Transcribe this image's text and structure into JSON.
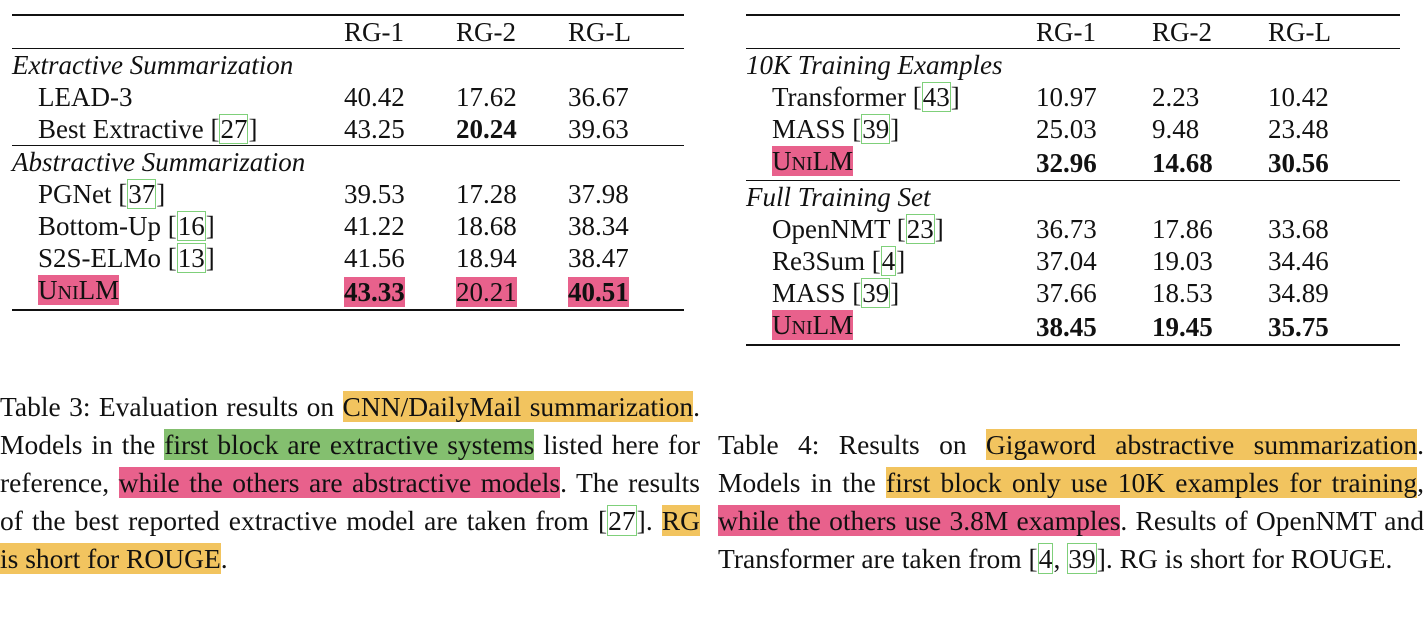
{
  "left": {
    "columns": [
      "",
      "RG-1",
      "RG-2",
      "RG-L"
    ],
    "section1": "Extractive Summarization",
    "section1_rows": [
      {
        "name": "LEAD-3",
        "cite": "",
        "rg1": "40.42",
        "rg2": "17.62",
        "rgl": "36.67"
      },
      {
        "name": "Best Extractive ",
        "cite": "27",
        "rg1": "43.25",
        "rg2": "20.24",
        "rgl": "39.63"
      }
    ],
    "section2": "Abstractive Summarization",
    "section2_rows": [
      {
        "name": "PGNet ",
        "cite": "37",
        "rg1": "39.53",
        "rg2": "17.28",
        "rgl": "37.98"
      },
      {
        "name": "Bottom-Up ",
        "cite": "16",
        "rg1": "41.22",
        "rg2": "18.68",
        "rgl": "38.34"
      },
      {
        "name": "S2S-ELMo ",
        "cite": "13",
        "rg1": "41.56",
        "rg2": "18.94",
        "rgl": "38.47"
      }
    ],
    "unilm_row": {
      "u": "U",
      "ni": "NI",
      "lm": "LM",
      "rg1": "43.33",
      "rg2": "20.21",
      "rgl": "40.51"
    },
    "caption": {
      "t1": "Table 3: Evaluation results on ",
      "h1": "CNN/DailyMail summarization",
      "t2": ". Models in the ",
      "h2": "first block are extractive systems",
      "t3": " listed here for reference, ",
      "h3": "while the others are abstractive models",
      "t4": ". The results of the best reported extractive model are taken from [",
      "cite": "27",
      "t5": "]. ",
      "h4": "RG is short for ROUGE",
      "t6": "."
    }
  },
  "right": {
    "columns": [
      "",
      "RG-1",
      "RG-2",
      "RG-L"
    ],
    "section1": "10K Training Examples",
    "section1_rows": [
      {
        "name": "Transformer ",
        "cite": "43",
        "rg1": "10.97",
        "rg2": "2.23",
        "rgl": "10.42"
      },
      {
        "name": "MASS ",
        "cite": "39",
        "rg1": "25.03",
        "rg2": "9.48",
        "rgl": "23.48"
      }
    ],
    "unilm_row1": {
      "u": "U",
      "ni": "NI",
      "lm": "LM",
      "rg1": "32.96",
      "rg2": "14.68",
      "rgl": "30.56"
    },
    "section2": "Full Training Set",
    "section2_rows": [
      {
        "name": "OpenNMT ",
        "cite": "23",
        "rg1": "36.73",
        "rg2": "17.86",
        "rgl": "33.68"
      },
      {
        "name": "Re3Sum ",
        "cite": "4",
        "rg1": "37.04",
        "rg2": "19.03",
        "rgl": "34.46"
      },
      {
        "name": "MASS ",
        "cite": "39",
        "rg1": "37.66",
        "rg2": "18.53",
        "rgl": "34.89"
      }
    ],
    "unilm_row2": {
      "u": "U",
      "ni": "NI",
      "lm": "LM",
      "rg1": "38.45",
      "rg2": "19.45",
      "rgl": "35.75"
    },
    "caption": {
      "t1": "Table 4: Results on ",
      "h1": "Gigaword abstractive summarization",
      "t2": ". Models in the ",
      "h2": "first block only use 10K examples for training",
      "t3": ", ",
      "h3": "while the others use 3.8M examples",
      "t4": ". Results of OpenNMT and Transformer are taken from [",
      "cite1": "4",
      "sep": ", ",
      "cite2": "39",
      "t5": "]. RG is short for ROUGE."
    }
  },
  "colors": {
    "pink": "#e8618c",
    "orange": "#f2c45f",
    "green": "#84bf6f",
    "cite_box": "#7fd07a"
  }
}
